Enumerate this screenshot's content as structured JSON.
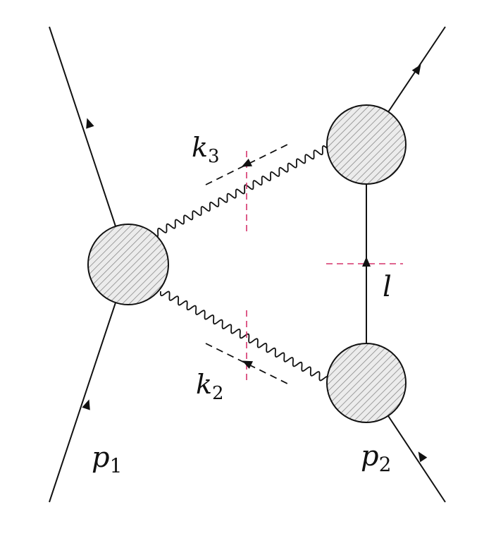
{
  "labels": {
    "p1": {
      "main": "p",
      "sub": "1"
    },
    "p2": {
      "main": "p",
      "sub": "2"
    },
    "k3": {
      "main": "k",
      "sub": "3"
    },
    "k2": {
      "main": "k",
      "sub": "2"
    },
    "l": {
      "main": "l"
    }
  },
  "colors": {
    "line": "#111111",
    "cut": "#d6336c",
    "blob_fill": "#ececec",
    "hatch": "#8a8a8a"
  }
}
